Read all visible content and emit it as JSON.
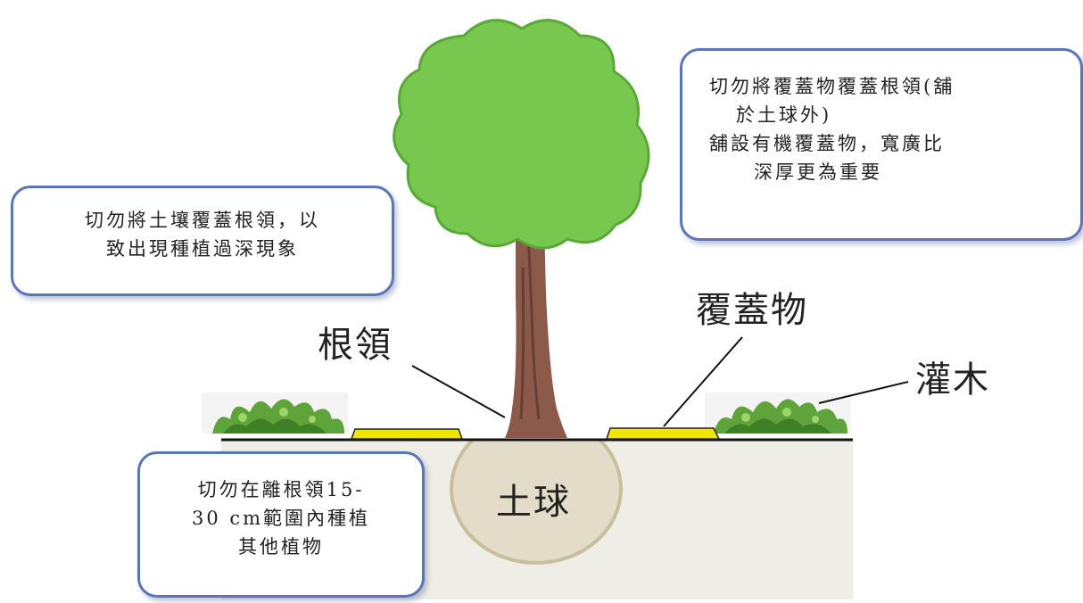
{
  "callouts": {
    "left": [
      "切勿將土壤覆蓋根領，以",
      "致出現種植過深現象"
    ],
    "right": [
      "切勿將覆蓋物覆蓋根領(舖",
      "於土球外)",
      "舖設有機覆蓋物，寬廣比",
      "深厚更為重要"
    ],
    "bottom": [
      "切勿在離根領15-",
      "30 cm範圍內種植",
      "其他植物"
    ]
  },
  "labels": {
    "root_collar": "根領",
    "mulch": "覆蓋物",
    "shrub": "灌木",
    "root_ball": "土球"
  },
  "colors": {
    "soil": "#eeede6",
    "root_ball": "#e3dcc8",
    "mulch": "#f2e600",
    "foliage": "#78c850",
    "trunk": "#8b5a4a",
    "shrub": "#5fa43a",
    "callout_border": "#5a76b8"
  }
}
